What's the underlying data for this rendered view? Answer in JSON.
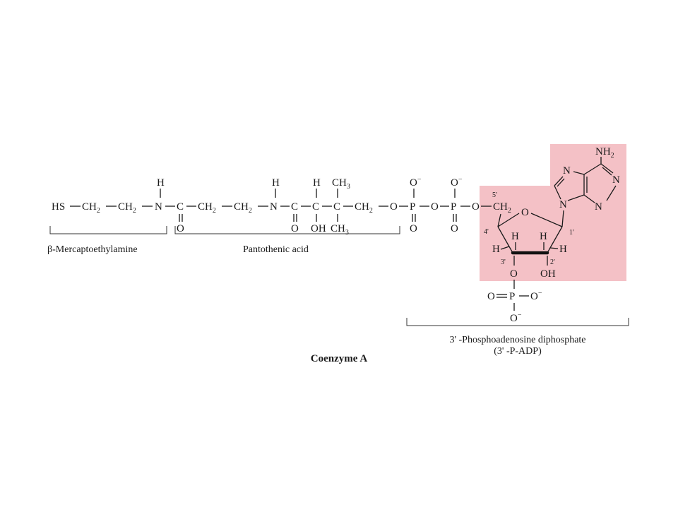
{
  "diagram": {
    "title": "Coenzyme A",
    "highlight_color": "#f4c1c6",
    "segments": [
      {
        "label": "β-Mercaptoethylamine"
      },
      {
        "label": "Pantothenic acid"
      },
      {
        "label_line1": "3' -Phosphoadenosine diphosphate",
        "label_line2": "(3' -P-ADP)"
      }
    ],
    "atoms": {
      "thiol": "HS",
      "carbon": "C",
      "ch2": "CH",
      "ch3": "CH",
      "nitrogen": "N",
      "hydrogen": "H",
      "oxygen": "O",
      "oxide": "O",
      "phosphorus": "P",
      "hydroxyl": "OH",
      "amine": "NH",
      "two": "2",
      "three": "3",
      "minus": "−"
    },
    "positions": [
      "5'",
      "4'",
      "3'",
      "2'",
      "1'"
    ]
  }
}
